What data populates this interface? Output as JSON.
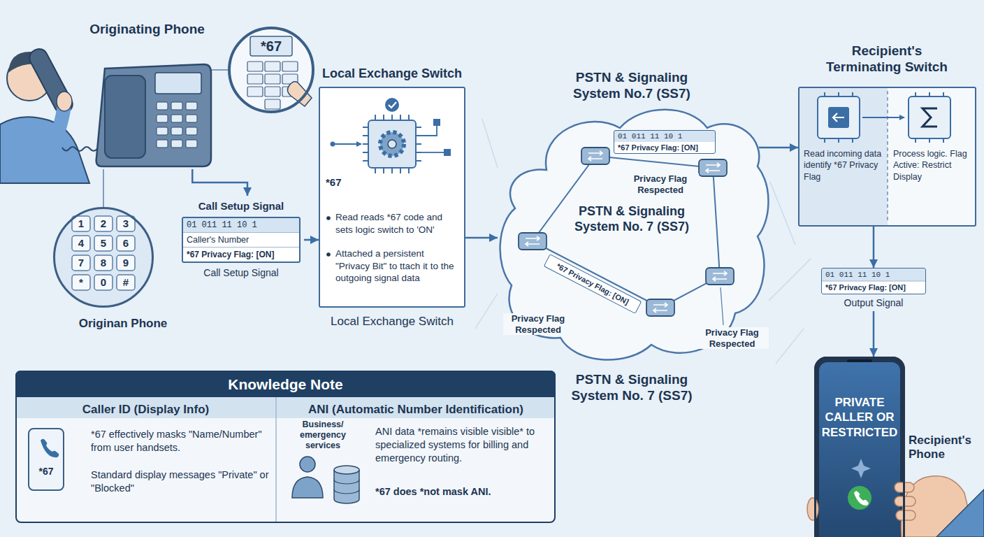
{
  "diagram": {
    "nodes": [
      {
        "text": [
          "Originating Phone"
        ]
      },
      {
        "text": [
          "*67"
        ]
      },
      {
        "text": [
          "1",
          "2",
          "3",
          "4",
          "5",
          "6",
          "7",
          "8",
          "9",
          "*",
          "0",
          "#",
          "Originan Phone"
        ]
      },
      {
        "text": [
          "Call Setup Signal",
          "01 011 11 10 1",
          "Caller's Number",
          "*67 Privacy Flag: [ON]",
          "Call Setup Signal"
        ]
      },
      {
        "text": [
          "Local Exchange Switch",
          "*67",
          "Read reads *67 code and sets logic switch to 'ON'",
          "Attached a persistent \"Privacy Bit\" to ttach it to the outgoing signal data",
          "Local Exchange Switch"
        ]
      },
      {
        "text": [
          "PSTN & Signaling System No.7 (SS7)",
          "PSTN & Signaling System No. 7 (SS7)",
          "PSTN & Signaling System No. 7 (SS7)"
        ]
      },
      {
        "text": [
          "01 011 11 10 1",
          "*67 Privacy Flag: [ON]"
        ],
        "in": 5
      },
      {
        "text": [
          "*67 Privacy Flag: [ON]"
        ],
        "in": 5
      },
      {
        "text": [
          "Recipient's Terminating Switch",
          "Read incoming data identify *67 Privacy Flag",
          "Process logic. Flag Active: Restrict Display"
        ]
      },
      {
        "text": [
          "01 011 11 10 1",
          "*67 Privacy Flag: [ON]",
          "Output Signal"
        ]
      },
      {
        "text": [
          "PRIVATE CALLER OR RESTRICTED",
          "Recipient's Phone"
        ]
      },
      {
        "text": [
          "Knowledge Note"
        ]
      },
      {
        "text": [
          "Caller ID (Display Info)",
          "*67 effectively masks \"Name/Number\" from user handsets.",
          "Standard display messages \"Private\" or \"Blocked\""
        ],
        "in": 11
      },
      {
        "text": [
          "*67"
        ],
        "in": 12
      },
      {
        "text": [
          "ANI (Automatic Number Identification)",
          "Business/ emergency services",
          "ANI data *remains visible visible* to specialized systems for billing and emergency routing.",
          "*67 does *not mask ANI."
        ],
        "in": 11
      }
    ],
    "edges": [
      {
        "from": 0,
        "to": 3,
        "arrow": "to"
      },
      {
        "from": 2,
        "to": 0,
        "arrow": "none"
      },
      {
        "from": 1,
        "to": 0,
        "arrow": "none"
      },
      {
        "from": 3,
        "to": 4,
        "arrow": "to"
      },
      {
        "from": 4,
        "to": 5,
        "arrow": "to"
      },
      {
        "from": 5,
        "to": 8,
        "arrow": "to"
      },
      {
        "from": 8,
        "to": 9,
        "arrow": "to"
      },
      {
        "from": 9,
        "to": 10,
        "arrow": "to"
      }
    ],
    "labels": [
      "Privacy Flag Respected",
      "Privacy Flag Respected",
      "Privacy Flag Respected"
    ]
  }
}
